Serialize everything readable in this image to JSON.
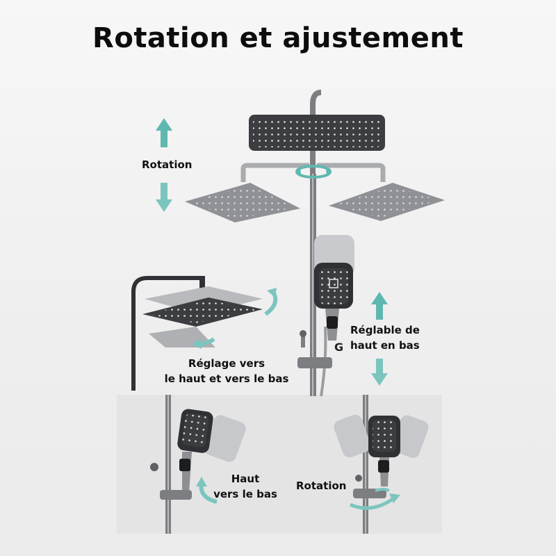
{
  "title": "Rotation et ajustement",
  "labels": {
    "rotation_top": "Rotation",
    "adjust_line1": "Réglable de",
    "adjust_line2": "haut en bas",
    "reglage_line1": "Réglage vers",
    "reglage_line2": "le haut et vers le bas",
    "haut_line1": "Haut",
    "haut_line2": "vers le bas",
    "rotation_bottom": "Rotation"
  },
  "colors": {
    "accent": "#5fb8b0",
    "shower_dark": "#3b3d40",
    "shower_gray": "#8f9196",
    "pipe": "#7c7e82"
  },
  "icons": [
    "up-down-arrow-icon",
    "rotate-arrow-icon",
    "curved-arrow-icon",
    "shower-head-icon",
    "hand-shower-icon"
  ]
}
